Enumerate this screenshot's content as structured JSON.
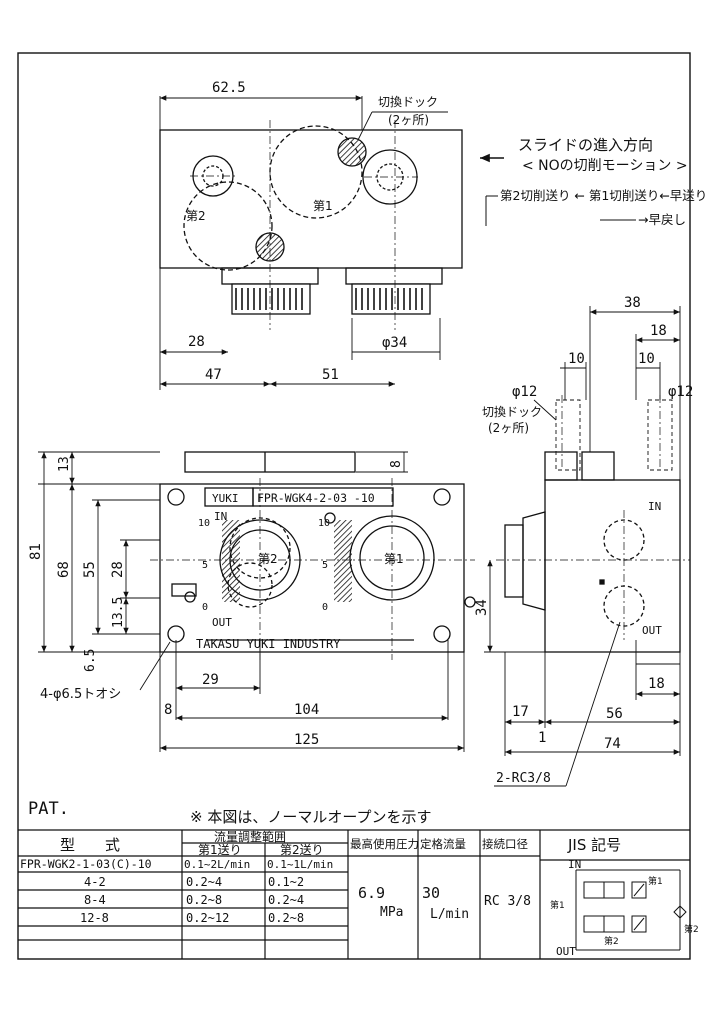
{
  "top_view": {
    "dims": {
      "width_total": "62.5",
      "offset_a": "28",
      "offset_b": "47",
      "offset_c": "51",
      "knob_dia": "φ34"
    },
    "labels": {
      "switch_dog": "切換ドック",
      "switch_dog_count": "(2ヶ所)",
      "second": "第2",
      "first": "第1"
    }
  },
  "slide_note": {
    "title": "スライドの進入方向",
    "subtitle": "< NOの切削モーション >",
    "sequence": "第2切削送り ← 第1切削送り←早送り",
    "return": "→早戻し"
  },
  "front_view": {
    "nameplate_model": "FPR-WGK4-2-03 -10",
    "brand_small": "YUKI",
    "maker": "TAKASU YUKI INDUSTRY",
    "knob_labels": {
      "second": "第2",
      "first": "第1"
    },
    "in_label": "IN",
    "out_label": "OUT",
    "scale_left": [
      "10",
      "5",
      "0"
    ],
    "scale_right": [
      "10",
      "5",
      "0"
    ],
    "dims": {
      "h81": "81",
      "h68": "68",
      "h55": "55",
      "h28": "28",
      "h13_5": "13.5",
      "h13": "13",
      "h8": "8",
      "h6_5": "6.5",
      "w29": "29",
      "w8": "8",
      "w104": "104",
      "w125": "125",
      "holes": "4-φ6.5トオシ"
    }
  },
  "side_view": {
    "dims": {
      "w38": "38",
      "w18a": "18",
      "w10a": "10",
      "w10b": "10",
      "d12a": "φ12",
      "d12b": "φ12",
      "h34": "34",
      "w18b": "18",
      "w17": "17",
      "w56": "56",
      "w1": "1",
      "w74": "74",
      "ports": "2-RC3/8"
    },
    "labels": {
      "switch_dog": "切換ドック",
      "switch_dog_count": "(2ヶ所)",
      "in": "IN",
      "out": "OUT"
    }
  },
  "pat_label": "PAT.",
  "note": "※ 本図は、ノーマルオープンを示す",
  "spec_table": {
    "headers": {
      "model": "型　　式",
      "flow_range": "流量調整範囲",
      "first_feed": "第1送り",
      "second_feed": "第2送り",
      "pressure": "最高使用圧力",
      "rated_flow": "定格流量",
      "port": "接続口径",
      "jis": "JIS 記号"
    },
    "rows": [
      {
        "model": "FPR-WGK2-1-03(C)-10",
        "first": "0.1~2L/min",
        "second": "0.1~1L/min"
      },
      {
        "model": "4-2",
        "first": "0.2~4",
        "second": "0.1~2"
      },
      {
        "model": "8-4",
        "first": "0.2~8",
        "second": "0.2~4"
      },
      {
        "model": "12-8",
        "first": "0.2~12",
        "second": "0.2~8"
      }
    ],
    "pressure_value": "6.9",
    "pressure_unit": "MPa",
    "flow_value": "30",
    "flow_unit": "L/min",
    "port_value": "RC 3/8",
    "jis_labels": {
      "in": "IN",
      "out": "OUT",
      "first_a": "第1",
      "first_b": "第1",
      "second_a": "第2",
      "second_b": "第2"
    }
  }
}
